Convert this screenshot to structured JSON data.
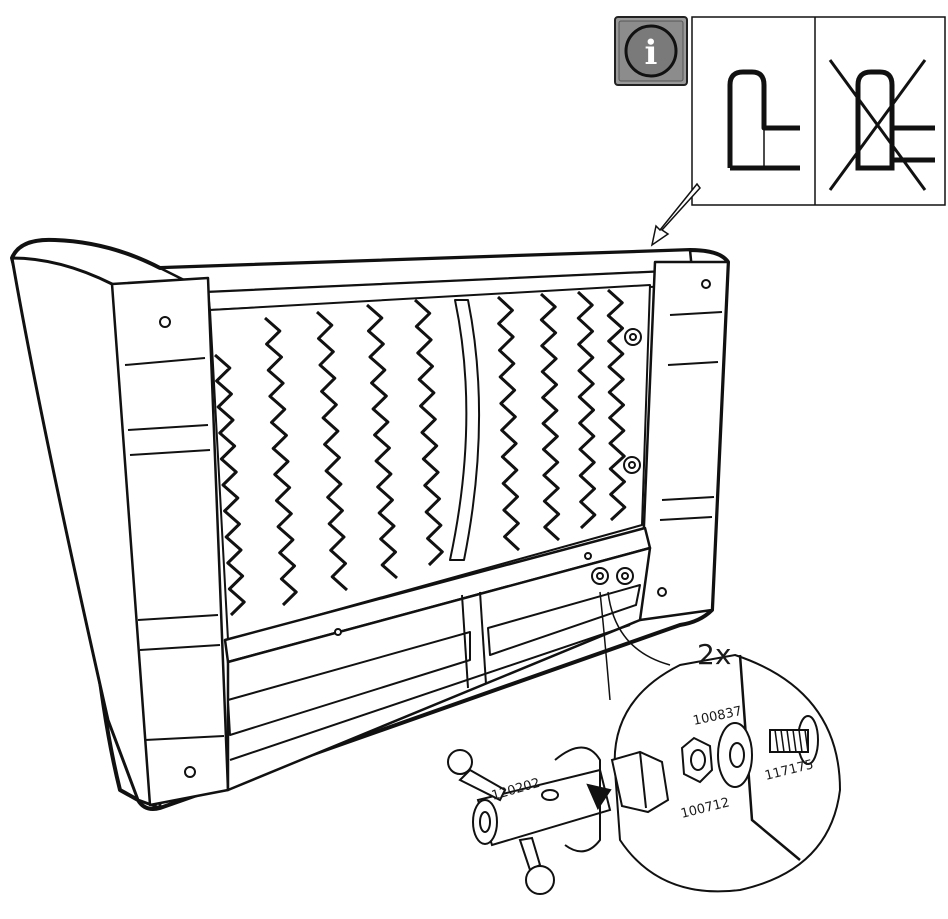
{
  "info_icon": {
    "icon": "info-icon",
    "glyph": "i",
    "background": "#8c8c8c",
    "glyph_color": "#ffffff"
  },
  "callout": {
    "correct_icon": "correct-orientation-icon",
    "wrong_icon": "wrong-orientation-crossed-icon"
  },
  "detail": {
    "quantity": "2x",
    "parts": {
      "allen_key": "120202",
      "washer": "100837",
      "nut": "100712",
      "bolt": "117175"
    }
  },
  "colors": {
    "line": "#111111",
    "fill": "#ffffff",
    "shade": "#bdbdbd"
  }
}
